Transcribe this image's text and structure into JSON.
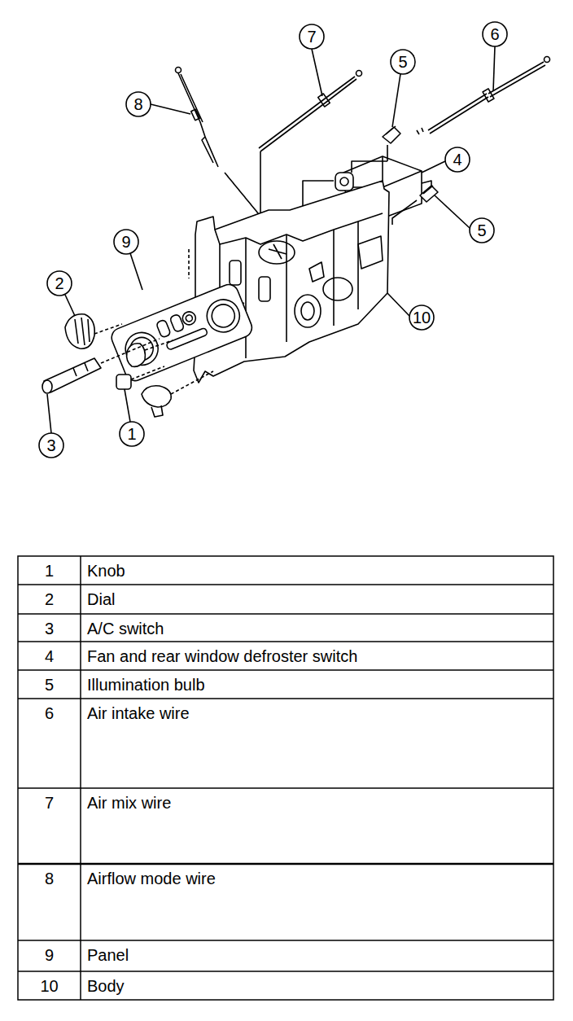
{
  "diagram": {
    "labels": [
      "7",
      "6",
      "5",
      "8",
      "4",
      "9",
      "5",
      "2",
      "10",
      "1",
      "3",
      "1",
      "Knob",
      "2",
      "Dial",
      "3",
      "A/C switch",
      "4",
      "Fan and rear window defroster switch",
      "5",
      "Illumination bulb",
      "6",
      "Air intake wire",
      "7",
      "Air mix wire",
      "8",
      "Airflow mode wire",
      "9",
      "Panel",
      "10",
      "Body"
    ]
  }
}
